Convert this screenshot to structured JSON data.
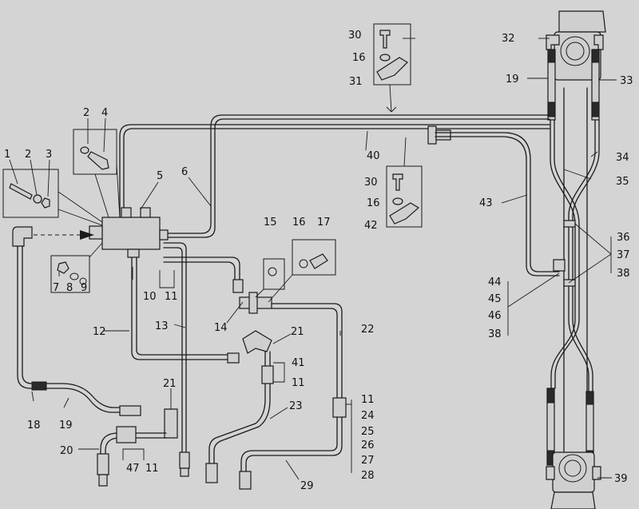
{
  "diagram": {
    "title": "",
    "callouts": {
      "c1": "1",
      "c2a": "2",
      "c2b": "2",
      "c3": "3",
      "c4": "4",
      "c5": "5",
      "c6": "6",
      "c7": "7",
      "c8": "8",
      "c9": "9",
      "c10": "10",
      "c11a": "11",
      "c11b": "11",
      "c11c": "11",
      "c11d": "11",
      "c12": "12",
      "c13": "13",
      "c14": "14",
      "c15": "15",
      "c16a": "16",
      "c16b": "16",
      "c16c": "16",
      "c17": "17",
      "c18": "18",
      "c19a": "19",
      "c19b": "19",
      "c20": "20",
      "c21a": "21",
      "c21b": "21",
      "c22": "22",
      "c23": "23",
      "c24": "24",
      "c25": "25",
      "c26": "26",
      "c27": "27",
      "c28": "28",
      "c29": "29",
      "c30a": "30",
      "c30b": "30",
      "c31": "31",
      "c32": "32",
      "c33": "33",
      "c34": "34",
      "c35": "35",
      "c36": "36",
      "c37": "37",
      "c38a": "38",
      "c38b": "38",
      "c39": "39",
      "c40": "40",
      "c41": "41",
      "c42": "42",
      "c43": "43",
      "c44": "44",
      "c45": "45",
      "c46": "46",
      "c47": "47"
    }
  }
}
